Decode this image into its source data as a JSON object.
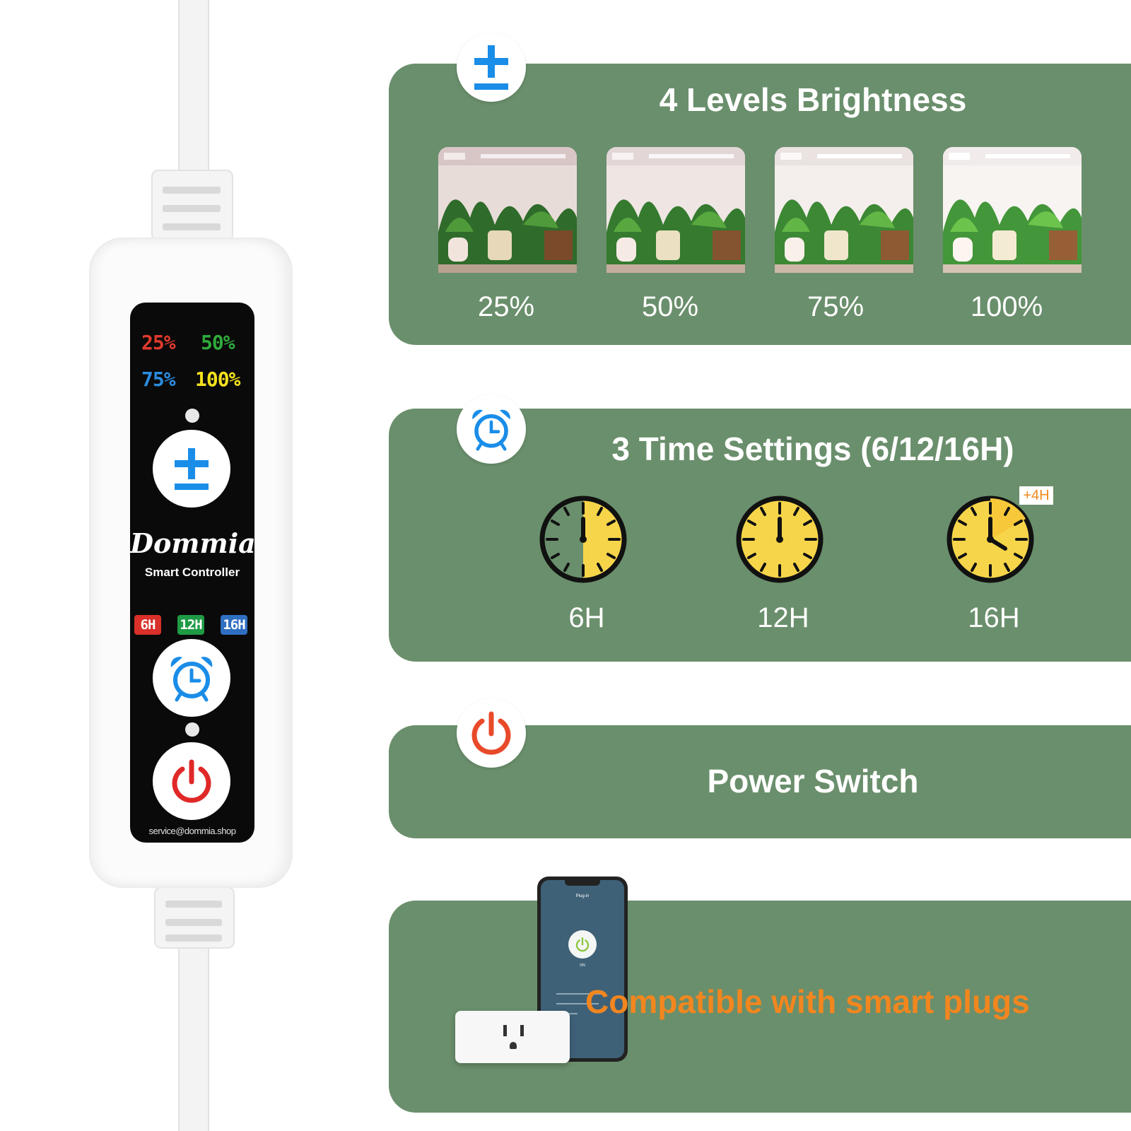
{
  "controller": {
    "levels": [
      "25%",
      "50%",
      "75%",
      "100%"
    ],
    "level_colors": [
      "#e03a2c",
      "#2faa3a",
      "#2b8de0",
      "#f3e11e"
    ],
    "brand": "Dommia",
    "subtitle": "Smart Controller",
    "timers": [
      "6H",
      "12H",
      "16H"
    ],
    "timer_colors": [
      "#d9302a",
      "#1f9a45",
      "#2f6fc2"
    ],
    "email": "service@dommia.shop",
    "icons": [
      "plus-minus-icon",
      "alarm-clock-icon",
      "power-icon"
    ]
  },
  "brightness": {
    "title": "4 Levels Brightness",
    "levels": [
      "25%",
      "50%",
      "75%",
      "100%"
    ],
    "icon": "plus-minus-icon"
  },
  "time_settings": {
    "title": "3 Time Settings (6/12/16H)",
    "labels": [
      "6H",
      "12H",
      "16H"
    ],
    "badge": "+4H",
    "icon": "alarm-clock-icon"
  },
  "power": {
    "title": "Power Switch",
    "icon": "power-icon"
  },
  "smart_plug": {
    "text": "Compatible with smart plugs",
    "phone_title": "Plug-in",
    "phone_status": "ON"
  },
  "colors": {
    "card_green": "#6a8f6c",
    "icon_blue": "#1a8de8",
    "power_red": "#e84a2a",
    "accent_orange": "#f2861f",
    "clock_yellow": "#f7d54a"
  }
}
